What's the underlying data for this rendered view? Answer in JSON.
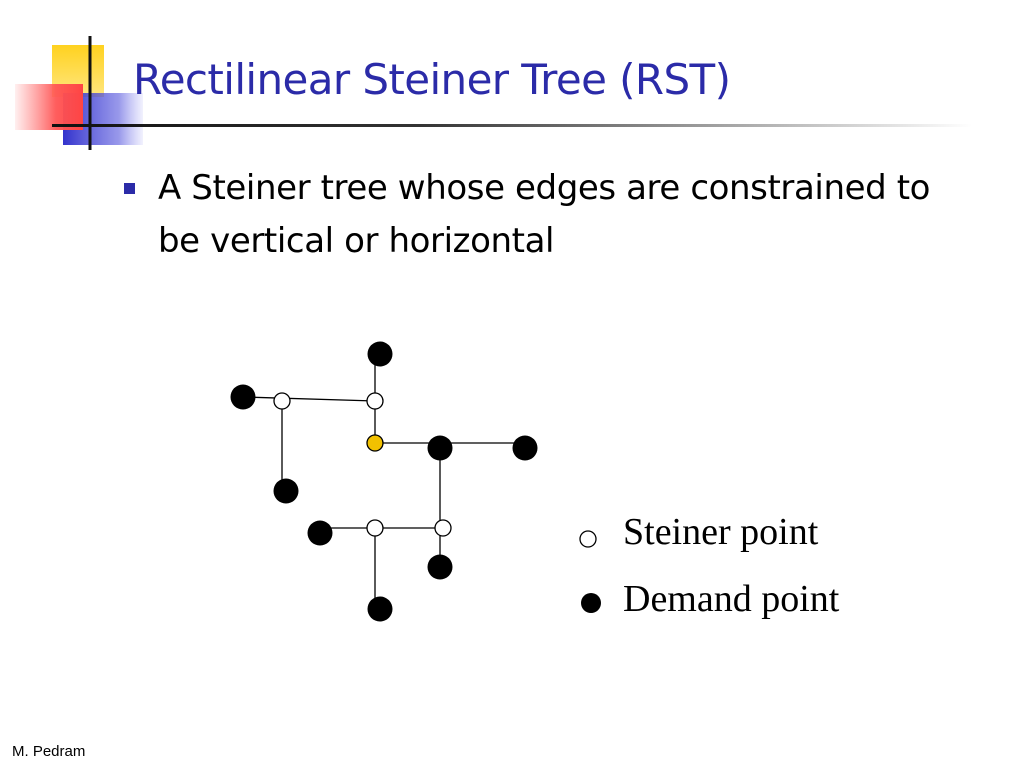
{
  "slide": {
    "title": "Rectilinear Steiner Tree (RST)",
    "bullet": "A Steiner tree whose edges are constrained to be vertical or horizontal",
    "footer": "M. Pedram"
  },
  "legend": {
    "steiner_label": "Steiner point",
    "demand_label": "Demand point"
  },
  "colors": {
    "title": "#2b2ba8",
    "bullet": "#2b2ba8",
    "logo_yellow": "#ffd21f",
    "logo_red": "#ff6666",
    "logo_blue": "#3333cc",
    "highlighted_steiner_point": "#f2c100"
  }
}
